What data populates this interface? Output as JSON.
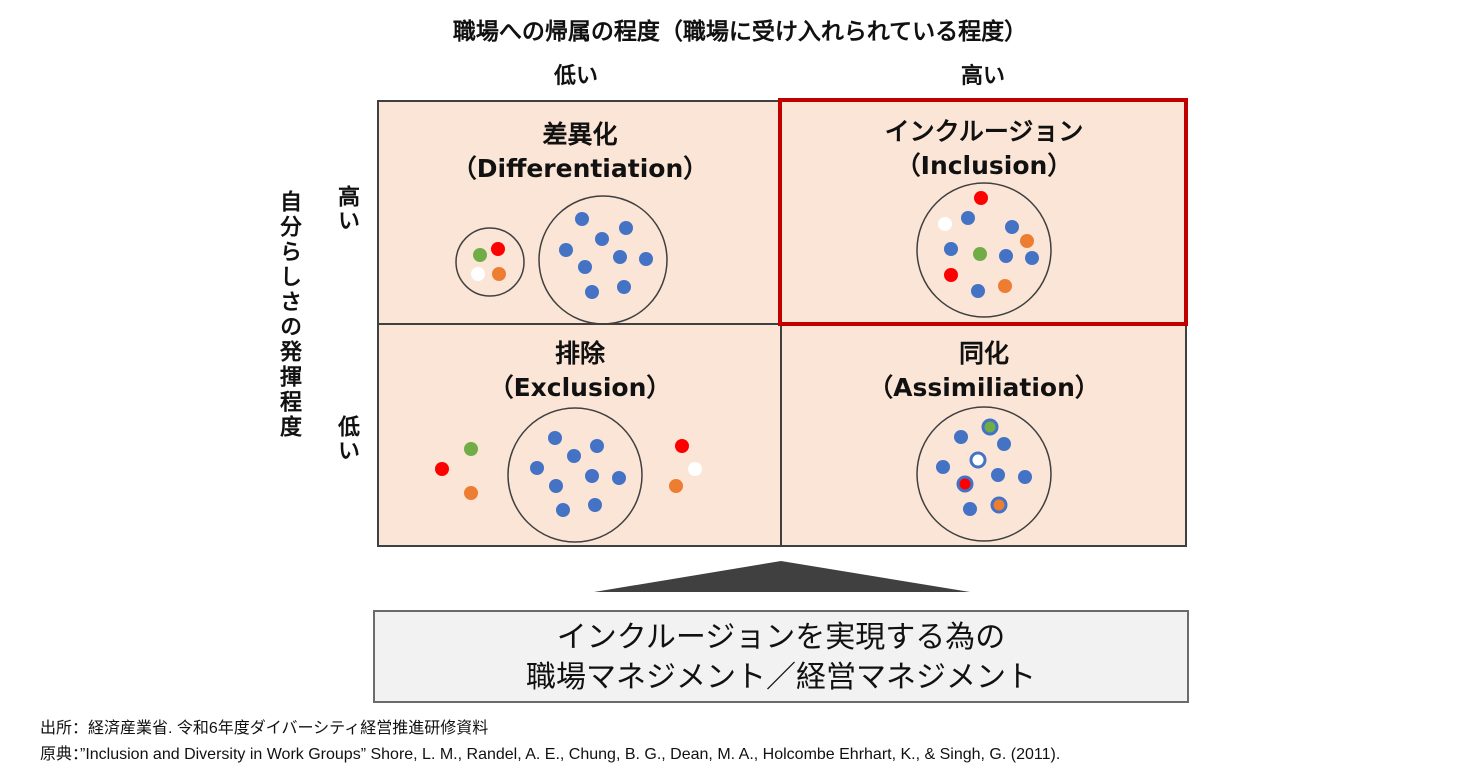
{
  "header": {
    "title": "職場への帰属の程度（職場に受け入れられている程度）",
    "col_low": "低い",
    "col_high": "高い"
  },
  "y_axis": {
    "title": "自分らしさの発揮程度",
    "row_high": "高い",
    "row_low": "低い"
  },
  "quadrants": {
    "differentiation": {
      "jp": "差異化",
      "en": "（Differentiation）"
    },
    "inclusion": {
      "jp": "インクルージョン",
      "en": "（Inclusion）"
    },
    "exclusion": {
      "jp": "排除",
      "en": "（Exclusion）"
    },
    "assimilation": {
      "jp": "同化",
      "en": "（Assimiliation）"
    }
  },
  "banner": {
    "line1": "インクルージョンを実現する為の",
    "line2": "職場マネジメント／経営マネジメント"
  },
  "sources": {
    "source": "出所：経済産業省. 令和6年度ダイバーシティ経営推進研修資料",
    "original": "原典：”Inclusion and Diversity in Work Groups” Shore, L. M., Randel, A. E., Chung, B. G., Dean, M. A., Holcombe Ehrhart, K., & Singh, G. (2011)."
  },
  "colors": {
    "quadrant_fill": "#fbe5d6",
    "grid_line": "#404040",
    "highlight_border": "#c00000",
    "blue": "#4472c4",
    "red": "#ff0000",
    "green": "#70ad47",
    "orange": "#ed7d31",
    "white": "#ffffff"
  }
}
